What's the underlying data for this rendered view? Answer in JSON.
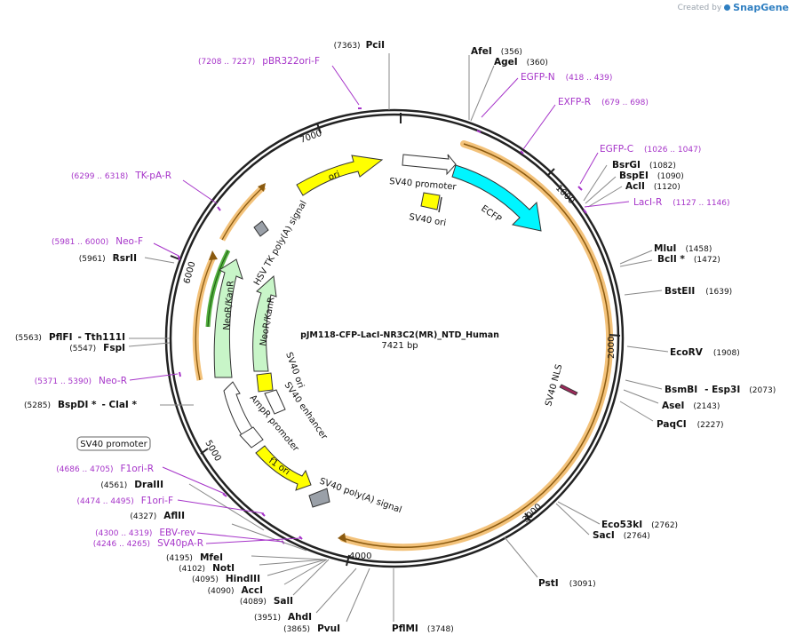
{
  "watermark": {
    "prefix": "Created by",
    "brand": "SnapGene"
  },
  "plasmid": {
    "name": "pJM118-CFP-LacI-NR3C2(MR)_NTD_Human",
    "length_label": "7421 bp"
  },
  "ticks": [
    "1000",
    "2000",
    "3000",
    "4000",
    "5000",
    "6000",
    "7000"
  ],
  "sites": {
    "pcii": {
      "name": "PciI",
      "pos": "(7363)"
    },
    "afei": {
      "name": "AfeI",
      "pos": "(356)"
    },
    "agei": {
      "name": "AgeI",
      "pos": "(360)"
    },
    "bsrgi": {
      "name": "BsrGI",
      "pos": "(1082)"
    },
    "bspei": {
      "name": "BspEI",
      "pos": "(1090)"
    },
    "acli": {
      "name": "AclI",
      "pos": "(1120)"
    },
    "mlui": {
      "name": "MluI",
      "pos": "(1458)"
    },
    "bcli": {
      "name": "BclI *",
      "pos": "(1472)"
    },
    "bsteii": {
      "name": "BstEII",
      "pos": "(1639)"
    },
    "ecorv": {
      "name": "EcoRV",
      "pos": "(1908)"
    },
    "bsmbi": {
      "name": "BsmBI",
      "sep": "- Esp3I",
      "pos": "(2073)"
    },
    "asei": {
      "name": "AseI",
      "pos": "(2143)"
    },
    "paqci": {
      "name": "PaqCI",
      "pos": "(2227)"
    },
    "eco53ki": {
      "name": "Eco53kI",
      "pos": "(2762)"
    },
    "saci": {
      "name": "SacI",
      "pos": "(2764)"
    },
    "psti": {
      "name": "PstI",
      "pos": "(3091)"
    },
    "pflmi": {
      "name": "PflMI",
      "pos": "(3748)"
    },
    "pvui": {
      "name": "PvuI",
      "pos": "(3865)"
    },
    "ahdi": {
      "name": "AhdI",
      "pos": "(3951)"
    },
    "sali": {
      "name": "SalI",
      "pos": "(4089)"
    },
    "acci": {
      "name": "AccI",
      "pos": "(4090)"
    },
    "hindiii": {
      "name": "HindIII",
      "pos": "(4095)"
    },
    "noti": {
      "name": "NotI",
      "pos": "(4102)"
    },
    "mfei": {
      "name": "MfeI",
      "pos": "(4195)"
    },
    "aflii": {
      "name": "AflII",
      "pos": "(4327)"
    },
    "draiii": {
      "name": "DraIII",
      "pos": "(4561)"
    },
    "bspdi": {
      "name": "BspDI *",
      "sep": "- ClaI *",
      "pos": "(5285)"
    },
    "fspi": {
      "name": "FspI",
      "pos": "(5547)"
    },
    "pflfi": {
      "name": "PflFI",
      "sep": "- Tth111I",
      "pos": "(5563)"
    },
    "rsrii": {
      "name": "RsrII",
      "pos": "(5961)"
    }
  },
  "primers": {
    "pbr322": {
      "name": "pBR322ori-F",
      "range": "(7208 .. 7227)"
    },
    "egfpn": {
      "name": "EGFP-N",
      "range": "(418 .. 439)"
    },
    "exfpr": {
      "name": "EXFP-R",
      "range": "(679 .. 698)"
    },
    "egfpc": {
      "name": "EGFP-C",
      "range": "(1026 .. 1047)"
    },
    "lacir": {
      "name": "LacI-R",
      "range": "(1127 .. 1146)"
    },
    "tkpar": {
      "name": "TK-pA-R",
      "range": "(6299 .. 6318)"
    },
    "neof": {
      "name": "Neo-F",
      "range": "(5981 .. 6000)"
    },
    "neor": {
      "name": "Neo-R",
      "range": "(5371 .. 5390)"
    },
    "f1orir": {
      "name": "F1ori-R",
      "range": "(4686 .. 4705)"
    },
    "f1orif": {
      "name": "F1ori-F",
      "range": "(4474 .. 4495)"
    },
    "ebvrev": {
      "name": "EBV-rev",
      "range": "(4300 .. 4319)"
    },
    "sv40par": {
      "name": "SV40pA-R",
      "range": "(4246 .. 4265)"
    }
  },
  "features": {
    "sv40_promoter_top": "SV40 promoter",
    "sv40_ori_top": "SV40 ori",
    "ecfp": "ECFP",
    "ori": "ori",
    "hsv_tk": "HSV TK poly(A) signal",
    "neokanr_outer": "NeoR/KanR",
    "neokanr_inner": "NeoR/KanR",
    "sv40_ori_inner": "SV40 ori",
    "sv40_enhancer": "SV40 enhancer",
    "ampr_promoter": "AmpR promoter",
    "f1_ori": "f1 ori",
    "sv40_polya": "SV40 poly(A) signal",
    "sv40_nls": "SV40 NLS",
    "sv40_promoter_box": "SV40 promoter"
  },
  "colors": {
    "backbone": "#222222",
    "cds_orange": "#f0b25a",
    "primer": "#a634c9",
    "ecfp": "#00f5ff",
    "yellow_feature": "#ffff00",
    "neo": "#c8f5c8",
    "grey_feature": "#9aa0a8"
  }
}
